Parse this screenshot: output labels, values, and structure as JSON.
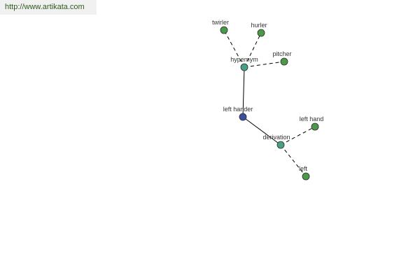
{
  "banner": {
    "url": "http://www.artikata.com"
  },
  "colors": {
    "leaf_node": "#4c9a49",
    "relation_node": "#4a9e8a",
    "center_node": "#3b4f9c",
    "banner_text": "#2f5a1c"
  },
  "graph": {
    "nodes": [
      {
        "id": "twirler",
        "label": "twirler",
        "kind": "leaf"
      },
      {
        "id": "hurler",
        "label": "hurler",
        "kind": "leaf"
      },
      {
        "id": "pitcher",
        "label": "pitcher",
        "kind": "leaf"
      },
      {
        "id": "hypernym",
        "label": "hypernym",
        "kind": "relation"
      },
      {
        "id": "left-hander",
        "label": "left hander",
        "kind": "center"
      },
      {
        "id": "left-hand",
        "label": "left hand",
        "kind": "leaf"
      },
      {
        "id": "derivation",
        "label": "derivation",
        "kind": "relation"
      },
      {
        "id": "left",
        "label": "left",
        "kind": "leaf"
      }
    ],
    "edges": [
      {
        "from": "left-hander",
        "to": "hypernym",
        "style": "solid"
      },
      {
        "from": "left-hander",
        "to": "derivation",
        "style": "solid"
      },
      {
        "from": "hypernym",
        "to": "twirler",
        "style": "dashed"
      },
      {
        "from": "hypernym",
        "to": "hurler",
        "style": "dashed"
      },
      {
        "from": "hypernym",
        "to": "pitcher",
        "style": "dashed"
      },
      {
        "from": "derivation",
        "to": "left-hand",
        "style": "dashed"
      },
      {
        "from": "derivation",
        "to": "left",
        "style": "dashed"
      }
    ]
  }
}
